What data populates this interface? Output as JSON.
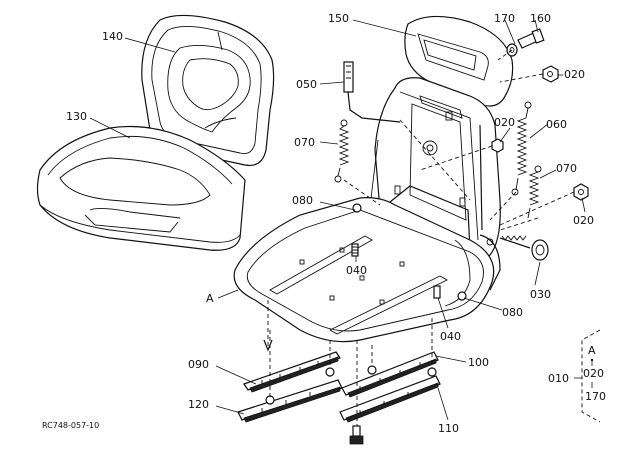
{
  "diagram_code": "RC748-057-10",
  "labels": {
    "p010": "010",
    "p020_top": "020",
    "p020_mid": "020",
    "p020_right": "020",
    "p030": "030",
    "p040_center": "040",
    "p040_lower": "040",
    "p050": "050",
    "p060": "060",
    "p070_left": "070",
    "p070_right": "070",
    "p080_left": "080",
    "p080_right": "080",
    "p090": "090",
    "p100": "100",
    "p110": "110",
    "p120": "120",
    "p130": "130",
    "p140": "140",
    "p150": "150",
    "p160": "160",
    "p170": "170",
    "ref_a": "A"
  },
  "legend_box": {
    "ref": "A",
    "item1": "020",
    "item2": "170"
  }
}
